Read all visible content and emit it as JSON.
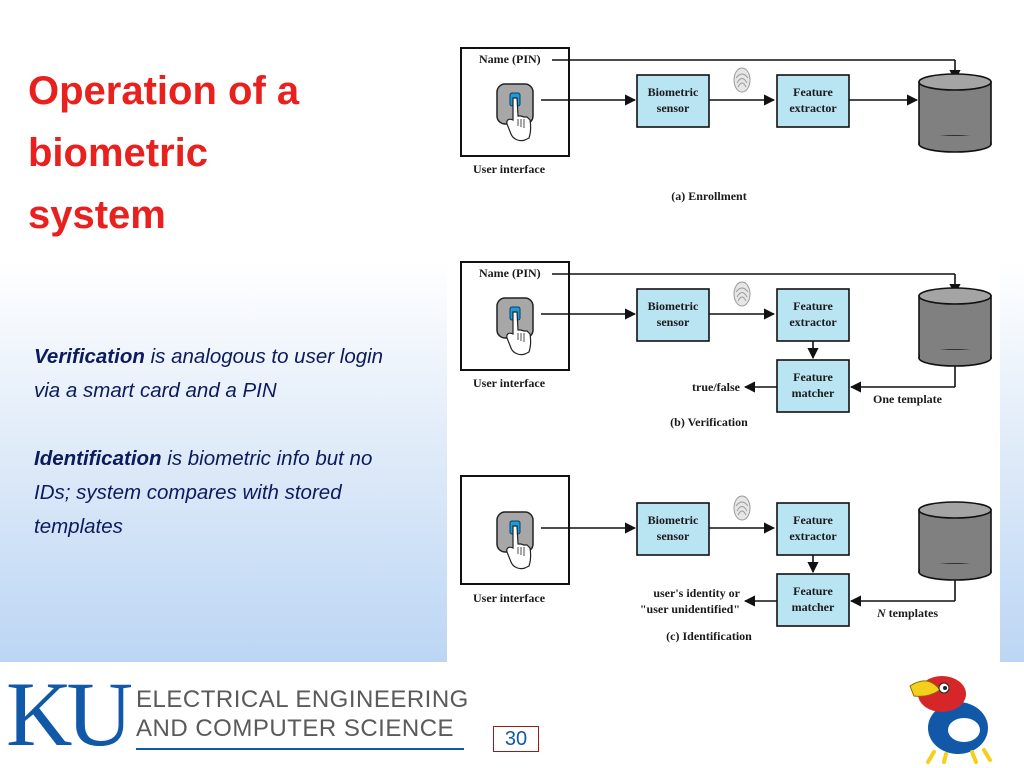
{
  "slide": {
    "title_lines": [
      "Operation of a",
      "biometric",
      "system"
    ],
    "verification": {
      "term": "Verification",
      "rest": " is analogous to user login via a smart card and a PIN"
    },
    "identification": {
      "term": "Identification",
      "rest": " is biometric info but no IDs; system compares with stored templates"
    }
  },
  "diagram": {
    "name_pin": "Name (PIN)",
    "user_interface": "User interface",
    "biometric_sensor": [
      "Biometric",
      "sensor"
    ],
    "feature_extractor": [
      "Feature",
      "extractor"
    ],
    "feature_matcher": [
      "Feature",
      "matcher"
    ],
    "enrollment_caption": "(a) Enrollment",
    "verification_caption": "(b) Verification",
    "identification_caption": "(c) Identification",
    "true_false": "true/false",
    "one_template": "One template",
    "users_identity": [
      "user's identity or",
      "\"user unidentified\""
    ],
    "n_templates_n": "N",
    "n_templates_rest": " templates"
  },
  "footer": {
    "logo_text": "KU",
    "dept_line1": "ELECTRICAL ENGINEERING",
    "dept_line2": "AND COMPUTER SCIENCE",
    "page_number": "30"
  },
  "colors": {
    "title": "#e8201e",
    "body_text": "#0c1a5e",
    "box_fill": "#b9e4f2",
    "cylinder_fill": "#808080",
    "ku_blue": "#1159a8"
  }
}
